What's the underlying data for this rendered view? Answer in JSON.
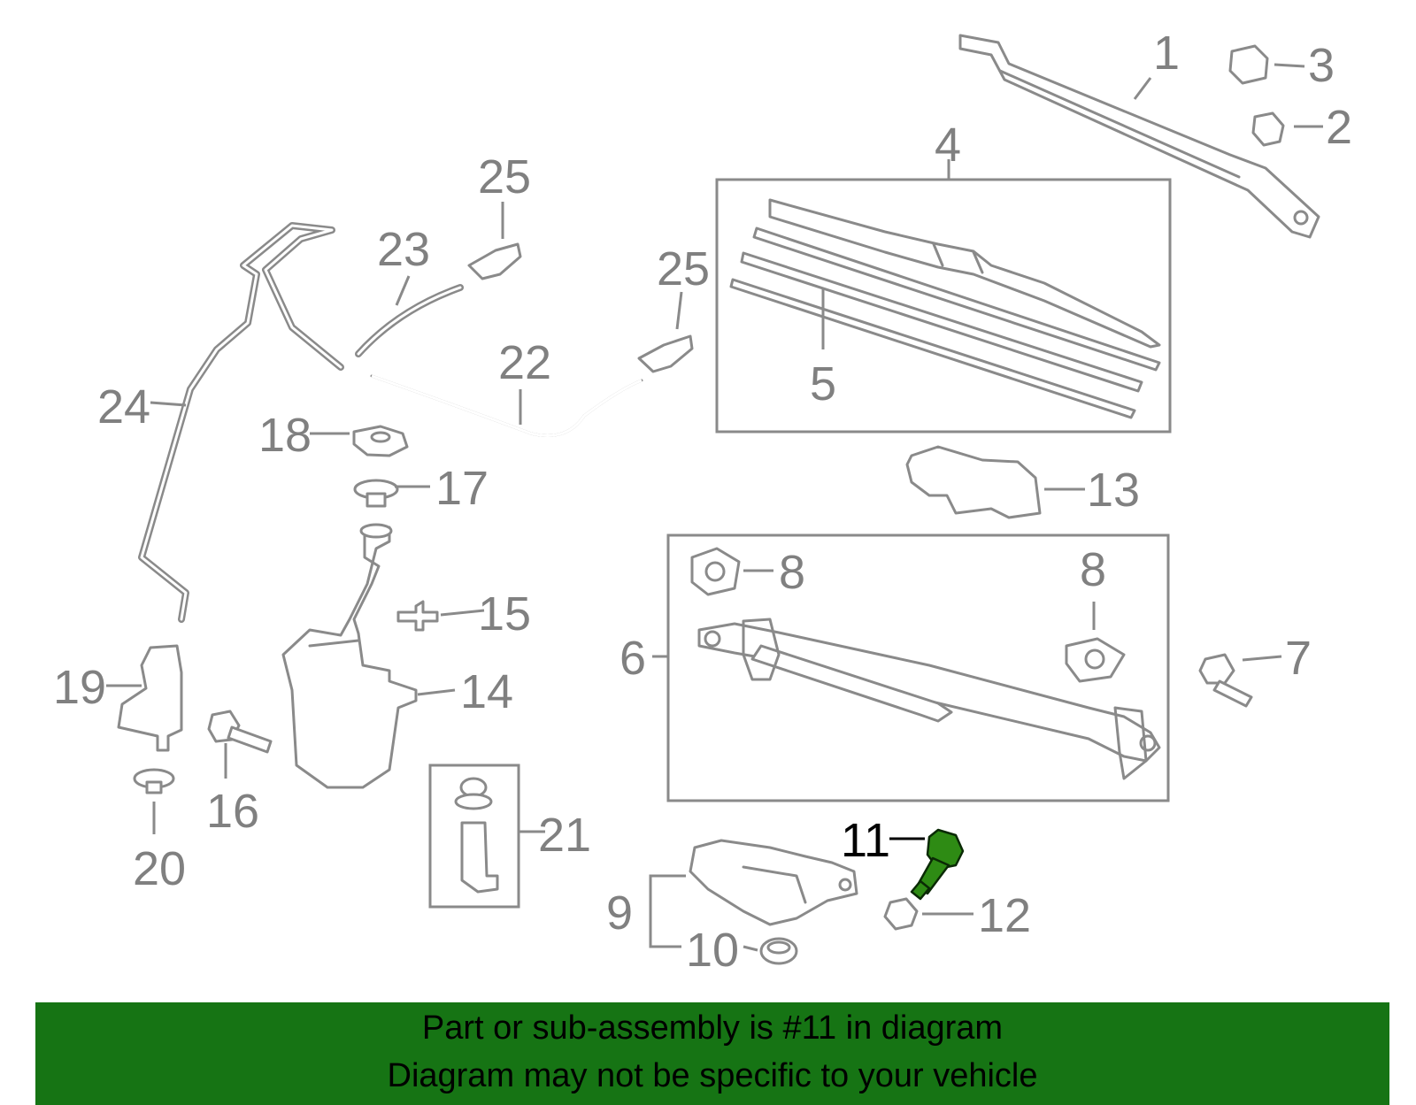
{
  "callouts": {
    "c1": "1",
    "c2": "2",
    "c3": "3",
    "c4": "4",
    "c5": "5",
    "c6": "6",
    "c7": "7",
    "c8a": "8",
    "c8b": "8",
    "c9": "9",
    "c10": "10",
    "c11": "11",
    "c12": "12",
    "c13": "13",
    "c14": "14",
    "c15": "15",
    "c16": "16",
    "c17": "17",
    "c18": "18",
    "c19": "19",
    "c20": "20",
    "c21": "21",
    "c22": "22",
    "c23": "23",
    "c24": "24",
    "c25a": "25",
    "c25b": "25"
  },
  "highlight": {
    "part": "11",
    "color": "#2e8b14"
  },
  "footer": {
    "line1": "Part or sub-assembly is #11 in diagram",
    "line2": "Diagram may not be specific to your vehicle",
    "background": "#167414"
  }
}
